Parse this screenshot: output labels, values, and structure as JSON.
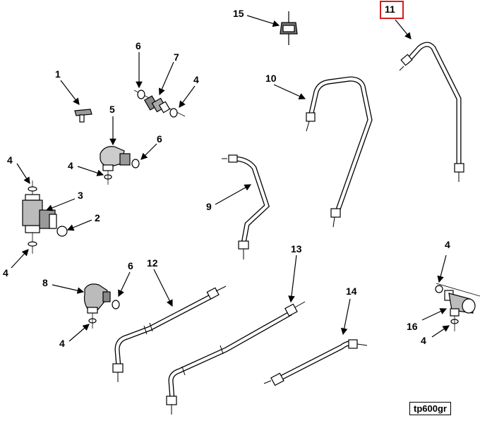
{
  "diagram": {
    "reference_code": "tp600gr",
    "highlight_color": "#d21f1f",
    "highlighted_callout": "11",
    "callouts": [
      {
        "id": "c15",
        "label": "15"
      },
      {
        "id": "c11",
        "label": "11"
      },
      {
        "id": "c1",
        "label": "1"
      },
      {
        "id": "c6a",
        "label": "6"
      },
      {
        "id": "c7",
        "label": "7"
      },
      {
        "id": "c4a",
        "label": "4"
      },
      {
        "id": "c10",
        "label": "10"
      },
      {
        "id": "c5",
        "label": "5"
      },
      {
        "id": "c6b",
        "label": "6"
      },
      {
        "id": "c4b",
        "label": "4"
      },
      {
        "id": "c4c",
        "label": "4"
      },
      {
        "id": "c3",
        "label": "3"
      },
      {
        "id": "c2",
        "label": "2"
      },
      {
        "id": "c9",
        "label": "9"
      },
      {
        "id": "c4d",
        "label": "4"
      },
      {
        "id": "c8",
        "label": "8"
      },
      {
        "id": "c6c",
        "label": "6"
      },
      {
        "id": "c12",
        "label": "12"
      },
      {
        "id": "c13",
        "label": "13"
      },
      {
        "id": "c4e",
        "label": "4"
      },
      {
        "id": "c14",
        "label": "14"
      },
      {
        "id": "c16",
        "label": "16"
      },
      {
        "id": "c4f",
        "label": "4"
      },
      {
        "id": "c4g",
        "label": "4"
      }
    ]
  }
}
